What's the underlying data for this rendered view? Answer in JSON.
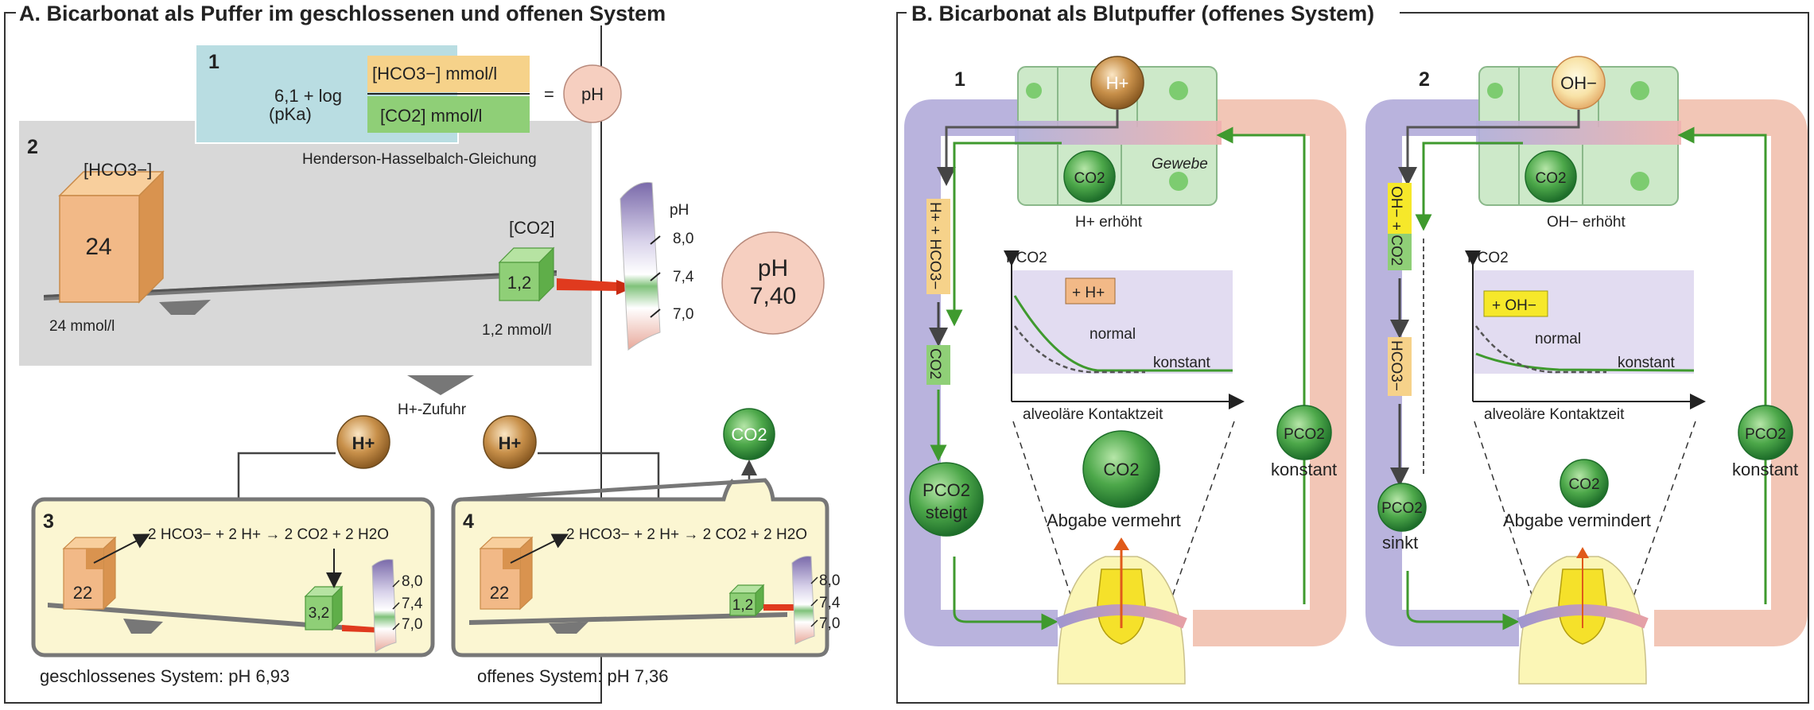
{
  "panel_a": {
    "title": "A.  Bicarbonat als Puffer im geschlossenen und offenen System",
    "sub1": {
      "num": "1",
      "pk_value": "6,1 + log",
      "pk_label": "(pKa)",
      "numerator": "[HCO3−] mmol/l",
      "denominator": "[CO2] mmol/l",
      "equals": "=",
      "ph": "pH",
      "caption": "Henderson-Hasselbalch-Gleichung"
    },
    "sub2": {
      "num": "2",
      "hco3_label": "[HCO3−]",
      "hco3_value": "24",
      "hco3_conc": "24 mmol/l",
      "co2_label": "[CO2]",
      "co2_value": "1,2",
      "co2_conc": "1,2 mmol/l",
      "scale_label": "pH",
      "scale_ticks": [
        "8,0",
        "7,4",
        "7,0"
      ],
      "ph_circle_label": "pH",
      "ph_circle_value": "7,40"
    },
    "h_supply": "H+-Zufuhr",
    "h_ion": "H+",
    "co2_out": "CO2",
    "sub3": {
      "num": "3",
      "reaction": "2 HCO3− + 2 H+  →  2 CO2 + 2 H2O",
      "hco3_value": "22",
      "co2_value": "3,2",
      "scale_ticks": [
        "8,0",
        "7,4",
        "7,0"
      ],
      "caption": "geschlossenes System:   pH 6,93"
    },
    "sub4": {
      "num": "4",
      "reaction": "2 HCO3− + 2 H+  →  2 CO2 + 2 H2O",
      "hco3_value": "22",
      "co2_value": "1,2",
      "scale_ticks": [
        "8,0",
        "7,4",
        "7,0"
      ],
      "caption": "offenes System:   pH 7,36"
    }
  },
  "panel_b": {
    "title": "B.  Bicarbonat als Blutpuffer (offenes System)",
    "left": {
      "num": "1",
      "ion": "H+",
      "tissue_co2": "CO2",
      "tissue_label": "Gewebe",
      "tissue_caption": "H+ erhöht",
      "side_label_1": "H+ + HCO3−",
      "side_label_2": "CO2",
      "graph_ylabel": "PCO2",
      "graph_badge": "+ H+",
      "graph_normal": "normal",
      "graph_const": "konstant",
      "graph_xlabel": "alveoläre Kontaktzeit",
      "pco2_left_top": "PCO2",
      "pco2_left_bottom": "steigt",
      "pco2_right_top": "PCO2",
      "pco2_right_bottom": "konstant",
      "lung_co2": "CO2",
      "lung_caption": "Abgabe vermehrt"
    },
    "right": {
      "num": "2",
      "ion": "OH−",
      "tissue_co2": "CO2",
      "tissue_caption": "OH− erhöht",
      "side_label_1": "OH− + CO2",
      "side_label_2": "HCO3−",
      "graph_ylabel": "PCO2",
      "graph_badge": "+ OH−",
      "graph_normal": "normal",
      "graph_const": "konstant",
      "graph_xlabel": "alveoläre Kontaktzeit",
      "pco2_left_top": "PCO2",
      "pco2_left_bottom": "sinkt",
      "pco2_right_top": "PCO2",
      "pco2_right_bottom": "konstant",
      "lung_co2": "CO2",
      "lung_caption": "Abgabe vermindert"
    }
  },
  "colors": {
    "equation_bg": "#b9dde2",
    "hco3_fill": "#f2b987",
    "co2_fill": "#8fcf77",
    "gray_panel": "#d8d8d8",
    "yellow_panel": "#fbf6d2",
    "venous": "#b9b3dd",
    "arterial": "#f2c6b6",
    "arrow_green": "#3f9a2e",
    "tissue": "#cde9c9",
    "ph_circle": "#f6cfc0"
  }
}
